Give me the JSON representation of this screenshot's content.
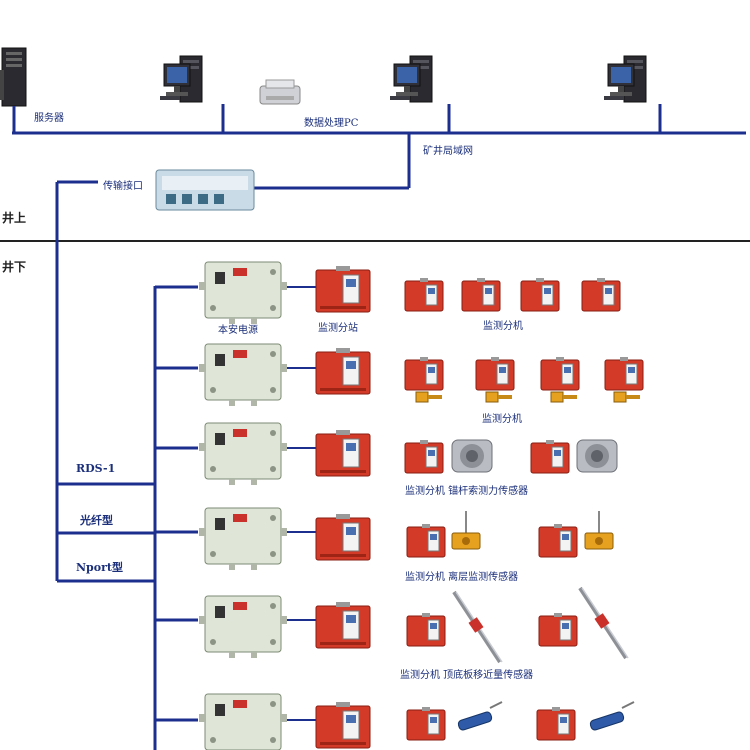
{
  "labels": {
    "server": "服务器",
    "data_pc": "数据处理PC",
    "mine_lan": "矿井局域网",
    "transmission": "传输接口",
    "surface": "井上",
    "underground": "井下",
    "rds": "RDS-1",
    "fiber": "光纤型",
    "nport": "Nport型",
    "power": "本安电源",
    "substation": "监测分站",
    "row1_monitor": "监测分机",
    "row2_monitor": "监测分机",
    "row3_text": "监测分机   锚杆索测力传感器",
    "row4_text": "监测分机   离层监测传感器",
    "row5_text": "监测分机   顶底板移近量传感器"
  },
  "colors": {
    "bus_line": "#1c2f8e",
    "divider": "#222222",
    "device_red": "#d33a28",
    "power_box": "#dfe6d8",
    "monitor_dark": "#2b2b33",
    "sensor_yellow": "#e6a21e",
    "sensor_silver": "#b9bcc2",
    "label_text": "#1b2f7a"
  },
  "icons": [
    "server-tower-icon",
    "desktop-pc-icon",
    "printer-icon",
    "transmission-interface-icon",
    "power-supply-box-icon",
    "substation-icon",
    "monitoring-unit-icon",
    "valve-sensor-icon",
    "load-cell-sensor-icon",
    "separation-sensor-icon",
    "displacement-sensor-icon",
    "rod-sensor-icon"
  ]
}
